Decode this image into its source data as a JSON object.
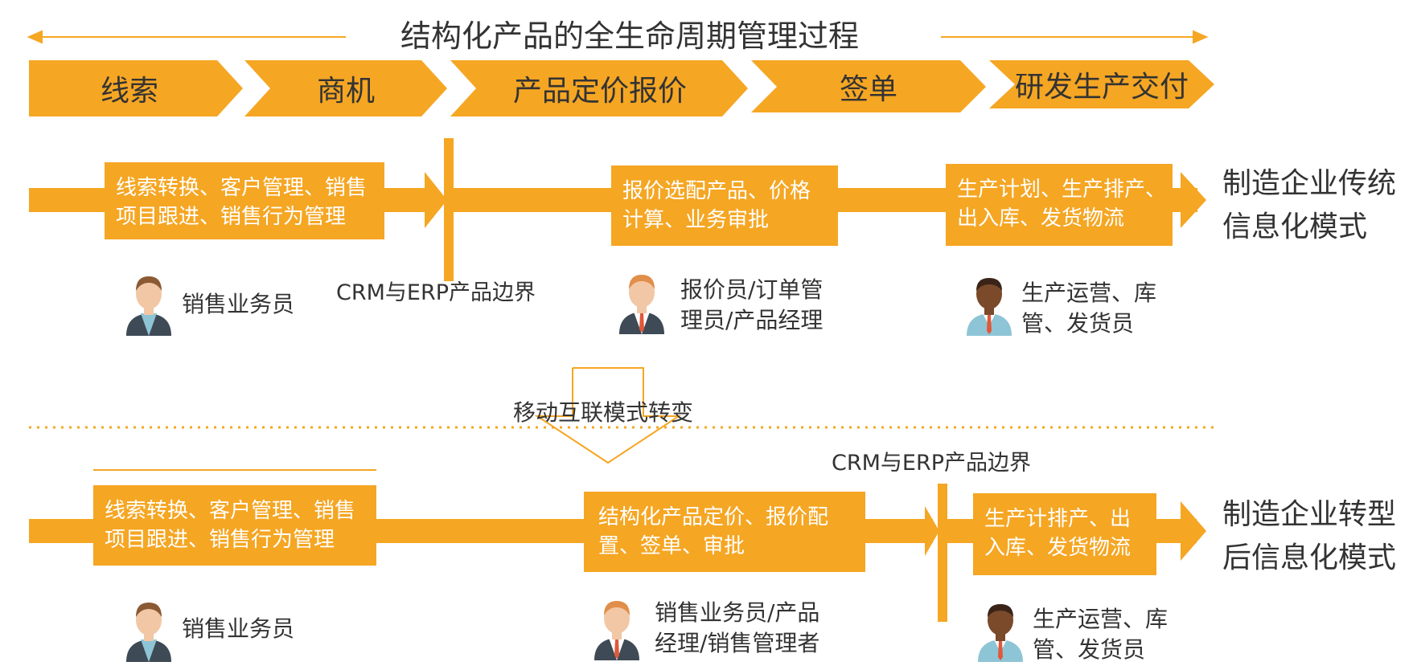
{
  "title": "结构化产品的全生命周期管理过程",
  "stages": [
    "线索",
    "商机",
    "产品定价报价",
    "签单",
    "研发生产交付"
  ],
  "traditional": {
    "boxes": [
      {
        "lines": [
          "线索转换、客户管理、销售",
          "项目跟进、销售行为管理"
        ]
      },
      {
        "lines": [
          "报价选配产品、价格",
          "计算、业务审批"
        ]
      },
      {
        "lines": [
          "生产计划、生产排产、",
          "出入库、发货物流"
        ]
      }
    ],
    "roles": [
      {
        "lines": [
          "销售业务员"
        ]
      },
      {
        "lines": [
          "报价员/订单管",
          "理员/产品经理"
        ]
      },
      {
        "lines": [
          "生产运营、库",
          "管、发货员"
        ]
      }
    ],
    "boundary_label": "CRM与ERP产品边界",
    "side_label": [
      "制造企业传统",
      "信息化模式"
    ]
  },
  "transition_label": "移动互联模式转变",
  "transformed": {
    "boxes": [
      {
        "lines": [
          "线索转换、客户管理、销售",
          "项目跟进、销售行为管理"
        ]
      },
      {
        "lines": [
          "结构化产品定价、报价配",
          "置、签单、审批"
        ]
      },
      {
        "lines": [
          "生产计排产、出",
          "入库、发货物流"
        ]
      }
    ],
    "roles": [
      {
        "lines": [
          "销售业务员"
        ]
      },
      {
        "lines": [
          "销售业务员/产品",
          "经理/销售管理者"
        ]
      },
      {
        "lines": [
          "生产运营、库",
          "管、发货员"
        ]
      }
    ],
    "boundary_label": "CRM与ERP产品边界",
    "side_label": [
      "制造企业转型",
      "后信息化模式"
    ]
  },
  "colors": {
    "accent": "#F5A623",
    "text": "#333333",
    "skin_light": "#F2C7A5",
    "skin_dark": "#7A4A2A",
    "hair": "#8A5A34",
    "suit": "#3E4A55",
    "shirt_blue": "#8EC5D6"
  }
}
